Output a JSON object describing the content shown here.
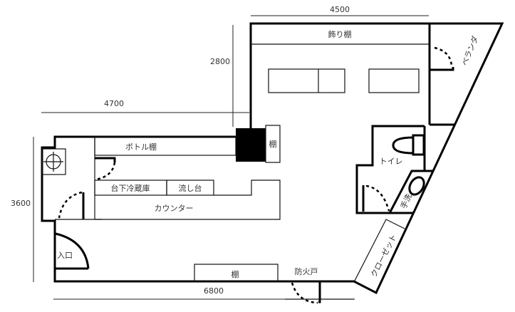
{
  "dimensions": {
    "top": "4500",
    "height_upper": "2800",
    "upper_left": "4700",
    "left": "3600",
    "bottom": "6800"
  },
  "rooms": {
    "display_shelf": "飾り棚",
    "veranda": "ベランダ",
    "bottle_shelf": "ボトル棚",
    "shelf_small": "棚",
    "under_fridge": "台下冷蔵庫",
    "sink": "流し台",
    "counter": "カウンター",
    "entrance": "入口",
    "shelf_bottom": "棚",
    "fire_door": "防火戸",
    "toilet": "トイレ",
    "hand_wash": "手洗",
    "closet": "クローゼット"
  }
}
